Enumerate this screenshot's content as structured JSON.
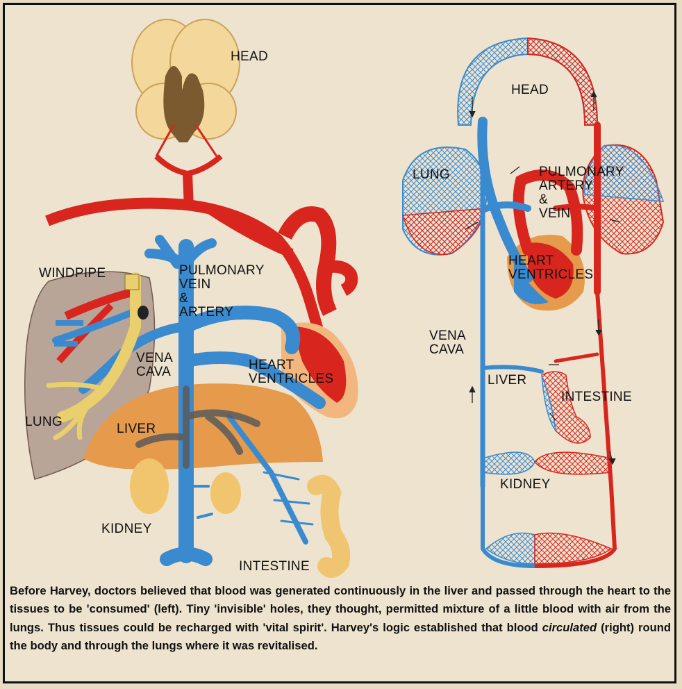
{
  "left_diagram": {
    "labels": {
      "head": "HEAD",
      "windpipe": "WINDPIPE",
      "pulmonary_vein_artery": "PULMONARY\nVEIN\n&\nARTERY",
      "vena_cava": "VENA\nCAVA",
      "heart_ventricles": "HEART\nVENTRICLES",
      "lung": "LUNG",
      "liver": "LIVER",
      "kidney": "KIDNEY",
      "intestine": "INTESTINE"
    }
  },
  "right_diagram": {
    "labels": {
      "head": "HEAD",
      "lung": "LUNG",
      "pulmonary_artery_vein": "PULMONARY\nARTERY\n&\nVEIN",
      "heart_ventricles": "HEART\nVENTRICLES",
      "vena_cava": "VENA\nCAVA",
      "liver": "LIVER",
      "intestine": "INTESTINE",
      "kidney": "KIDNEY"
    }
  },
  "caption": {
    "part1": "Before Harvey, doctors believed that blood was generated continuously in the liver and passed through the heart to the tissues to be 'consumed' (left). Tiny 'invisible' holes, they thought, permitted mixture of a little blood with air from the lungs. Thus tissues could be recharged with 'vital spirit'. Harvey's logic established that blood ",
    "emphasis": "circulated",
    "part2": " (right) round the body and through the lungs where it was revitalised."
  },
  "colors": {
    "artery_red": "#d8261e",
    "vein_blue": "#3a8ad0",
    "background": "#ede3cf",
    "organ_orange": "#e69a4c",
    "lung_grey": "#b9a598",
    "head_cream": "#f4d79a",
    "windpipe_yellow": "#e9cf6e"
  }
}
